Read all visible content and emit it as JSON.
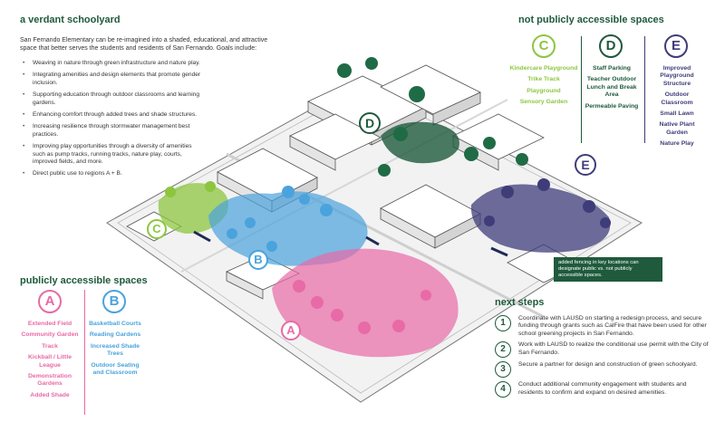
{
  "title": "a verdant schoolyard",
  "intro": "San Fernando Elementary can be re-imagined into a shaded, educational, and attractive space that better serves the students and residents of San Fernando.  Goals include:",
  "goals": [
    "Weaving in nature through green infrastructure and nature play.",
    "Integrating amenities and design elements that promote gender inclusion.",
    "Supporting education through outdoor classrooms and learning gardens.",
    "Enhancing comfort through added trees and shade structures.",
    "Increasing resilience through stormwater management best practices.",
    "Improving play opportunities through a diversity of amenities such as pump tracks, running tracks, nature play, courts, improved fields, and more.",
    "Direct public use to regions A + B."
  ],
  "private": {
    "heading": "not publicly accessible spaces",
    "C": {
      "letter": "C",
      "items": [
        "Kindercare Playground",
        "Trike Track",
        "Playground",
        "Sensory Garden"
      ]
    },
    "D": {
      "letter": "D",
      "items": [
        "Staff Parking",
        "Teacher Outdoor Lunch and Break Area",
        "Permeable Paving"
      ]
    },
    "E": {
      "letter": "E",
      "items": [
        "Improved Playground Structure",
        "Outdoor Classroom",
        "Small Lawn",
        "Native Plant Garden",
        "Nature Play"
      ]
    }
  },
  "public": {
    "heading": "publicly accessible spaces",
    "A": {
      "letter": "A",
      "items": [
        "Extended Field",
        "Community Garden",
        "Track",
        "Kickball / Little League",
        "Demonstration Gardens",
        "Added Shade"
      ]
    },
    "B": {
      "letter": "B",
      "items": [
        "Basketball Courts",
        "Reading Gardens",
        "Increased Shade Trees",
        "Outdoor Seating and Classroom"
      ]
    }
  },
  "callout": "added fencing in key locations can designate public vs. not publicly accessible spaces.",
  "next_steps": {
    "heading": "next steps",
    "items": [
      {
        "num": "1",
        "text": "Coordinate with LAUSD on starting a redesign process, and secure funding through grants such as CalFire that have been used for other school greening projects in San Fernando."
      },
      {
        "num": "2",
        "text": "Work with LAUSD to realize the conditional use permit with the City of San Fernando."
      },
      {
        "num": "3",
        "text": "Secure a partner for design and construction of green schoolyard."
      },
      {
        "num": "4",
        "text": "Conduct additional community engagement with students and residents to confirm and expand on desired amenities."
      }
    ]
  },
  "map_labels": {
    "A": "A",
    "B": "B",
    "C": "C",
    "D": "D",
    "E": "E"
  },
  "colors": {
    "green_dark": "#1f5a3c",
    "zone_A": "#e86aa6",
    "zone_B": "#4aa3dd",
    "zone_C": "#8cc63f",
    "zone_D": "#1f5a3c",
    "zone_E": "#3f3c7a"
  }
}
